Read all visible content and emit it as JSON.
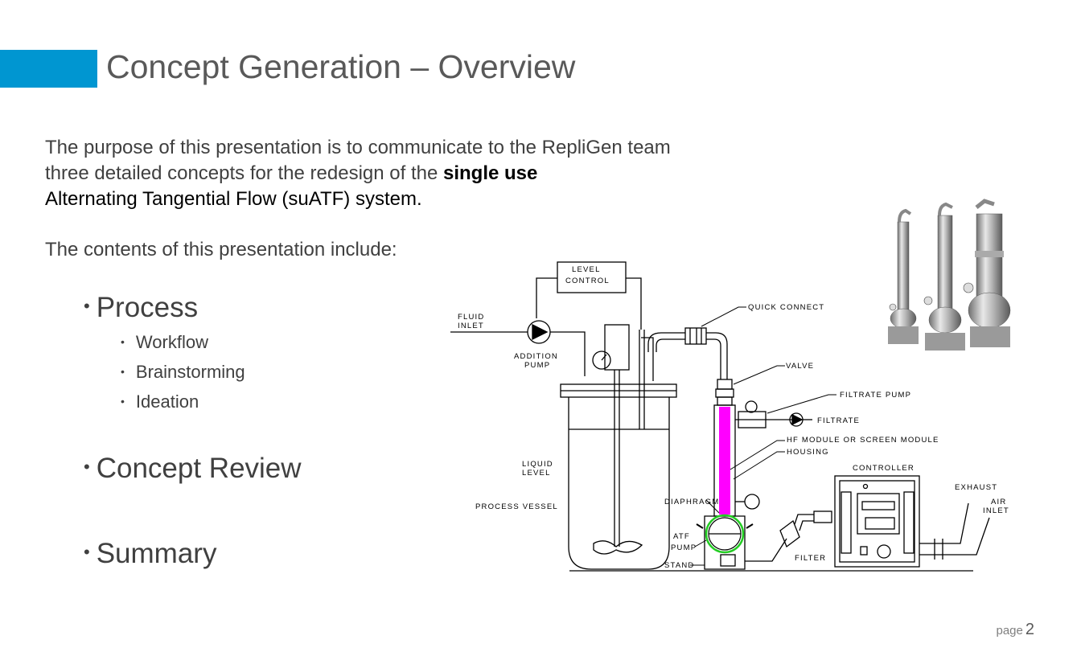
{
  "slide": {
    "title": "Concept Generation – Overview",
    "intro_pre": "The purpose of this presentation is to communicate to the RepliGen team three detailed concepts for the redesign of the ",
    "intro_bold": "single use",
    "intro_post": "Alternating Tangential Flow (suATF) system.",
    "contents_label": "The contents of this presentation include:",
    "bullets": [
      {
        "label": "Process",
        "sub": [
          "Workflow",
          "Brainstorming",
          "Ideation"
        ]
      },
      {
        "label": "Concept Review"
      },
      {
        "label": "Summary"
      }
    ],
    "page_label": "page",
    "page_number": "2"
  },
  "diagram": {
    "labels": {
      "level_control_1": "LEVEL",
      "level_control_2": "CONTROL",
      "fluid_inlet_1": "FLUID",
      "fluid_inlet_2": "INLET",
      "addition_pump_1": "ADDITION",
      "addition_pump_2": "PUMP",
      "quick_connect": "QUICK CONNECT",
      "valve": "VALVE",
      "filtrate_pump": "FILTRATE PUMP",
      "filtrate": "FILTRATE",
      "hf_module": "HF MODULE OR SCREEN MODULE",
      "housing": "HOUSING",
      "controller": "CONTROLLER",
      "exhaust": "EXHAUST",
      "air_inlet_1": "AIR",
      "air_inlet_2": "INLET",
      "liquid_level_1": "LIQUID",
      "liquid_level_2": "LEVEL",
      "process_vessel": "PROCESS VESSEL",
      "diaphragm": "DIAPHRAGM",
      "atf_pump_1": "ATF",
      "atf_pump_2": "PUMP",
      "filter": "FILTER",
      "stand": "STAND"
    },
    "colors": {
      "hf_module": "#ff00ff",
      "diaphragm": "#22cc22",
      "accent": "#0096d1"
    }
  }
}
